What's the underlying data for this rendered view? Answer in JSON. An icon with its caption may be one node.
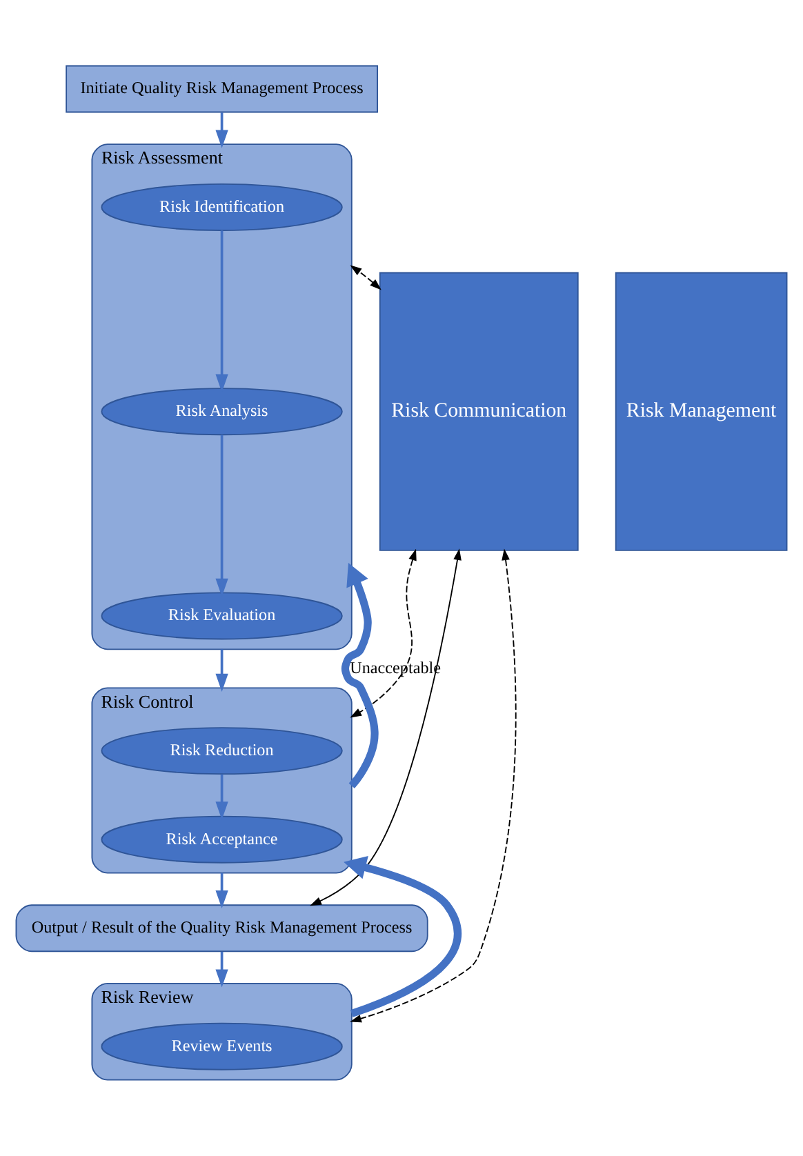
{
  "diagram": {
    "nodes": [
      {
        "text": [
          "Initiate Quality Risk Management Process"
        ]
      },
      {
        "text": [
          "Risk Communication"
        ]
      },
      {
        "text": [
          "Risk Management"
        ]
      },
      {
        "text": [
          "Risk Assessment"
        ]
      },
      {
        "text": [
          "Risk Identification"
        ],
        "in": 3
      },
      {
        "text": [
          "Risk Analysis"
        ],
        "in": 3
      },
      {
        "text": [
          "Risk Evaluation"
        ],
        "in": 3
      },
      {
        "text": [
          "Risk Control"
        ]
      },
      {
        "text": [
          "Risk Reduction"
        ],
        "in": 7
      },
      {
        "text": [
          "Risk Acceptance"
        ],
        "in": 7
      },
      {
        "text": [
          "Output / Result of the Quality Risk Management Process"
        ]
      },
      {
        "text": [
          "Risk Review"
        ]
      },
      {
        "text": [
          "Review Events"
        ],
        "in": 11
      }
    ],
    "edges": [
      {
        "from": 0,
        "to": 3,
        "arrow": "to"
      },
      {
        "from": 4,
        "to": 5,
        "arrow": "to"
      },
      {
        "from": 5,
        "to": 6,
        "arrow": "to"
      },
      {
        "from": 3,
        "to": 7,
        "arrow": "to"
      },
      {
        "from": 8,
        "to": 9,
        "arrow": "to"
      },
      {
        "from": 7,
        "to": 10,
        "arrow": "to"
      },
      {
        "from": 10,
        "to": 11,
        "arrow": "to"
      },
      {
        "from": 7,
        "to": 3,
        "arrow": "to",
        "label": "Unacceptable",
        "style": "thick"
      },
      {
        "from": 11,
        "to": 7,
        "arrow": "to",
        "style": "thick"
      },
      {
        "from": 1,
        "to": 3,
        "arrow": "both",
        "style": "dashed",
        "color": "#000000"
      },
      {
        "from": 1,
        "to": 7,
        "arrow": "both",
        "style": "dashed",
        "color": "#000000"
      },
      {
        "from": 1,
        "to": 10,
        "arrow": "both",
        "color": "#000000"
      },
      {
        "from": 1,
        "to": 11,
        "arrow": "both",
        "style": "dashed",
        "color": "#000000"
      }
    ]
  }
}
